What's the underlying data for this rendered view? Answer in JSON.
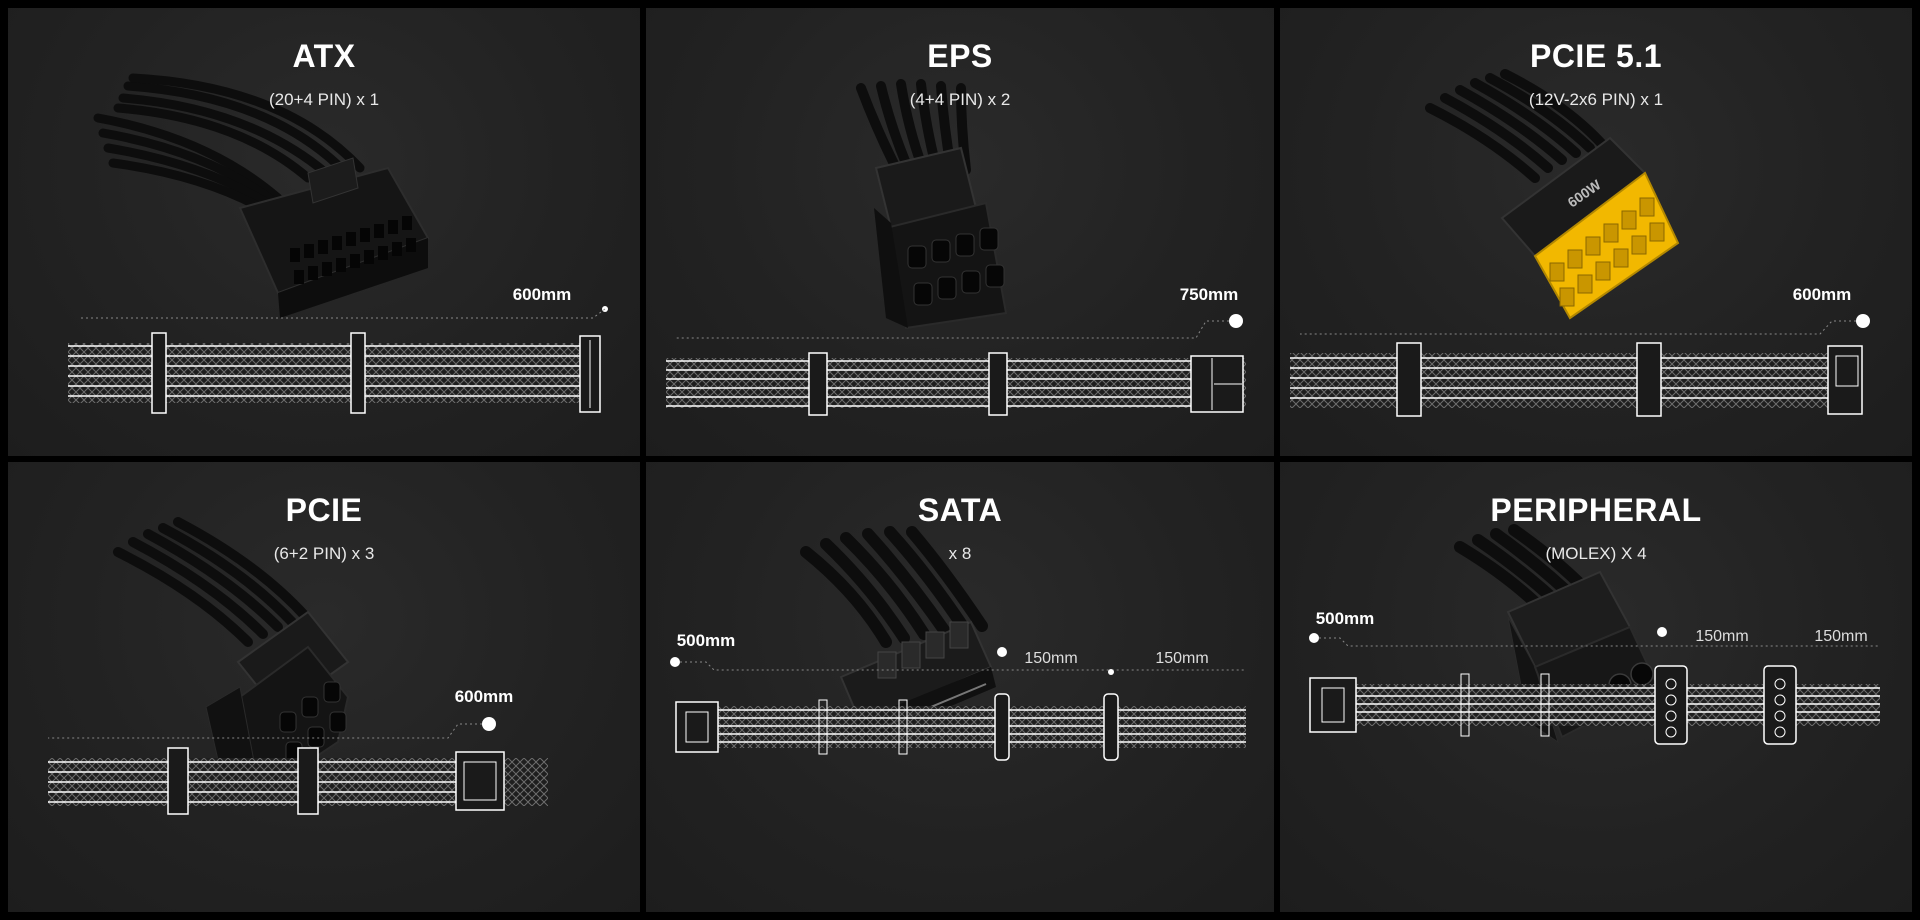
{
  "cards": [
    {
      "title": "ATX",
      "subtitle": "(20+4 PIN) x 1",
      "lengths": [
        "600mm"
      ]
    },
    {
      "title": "EPS",
      "subtitle": "(4+4 PIN) x 2",
      "lengths": [
        "750mm"
      ]
    },
    {
      "title": "PCIE 5.1",
      "subtitle": "(12V-2x6 PIN) x 1",
      "lengths": [
        "600mm"
      ],
      "connector_marking": "600W"
    },
    {
      "title": "PCIE",
      "subtitle": "(6+2 PIN) x 3",
      "lengths": [
        "600mm"
      ]
    },
    {
      "title": "SATA",
      "subtitle": "x 8",
      "lengths": [
        "500mm",
        "150mm",
        "150mm"
      ]
    },
    {
      "title": "PERIPHERAL",
      "subtitle": "(MOLEX) X 4",
      "lengths": [
        "500mm",
        "150mm",
        "150mm"
      ]
    }
  ],
  "colors": {
    "background": "#000000",
    "card": "#232323",
    "connector": "#161616",
    "pcie5_pins": "#f2b800",
    "line": "#ffffff"
  }
}
